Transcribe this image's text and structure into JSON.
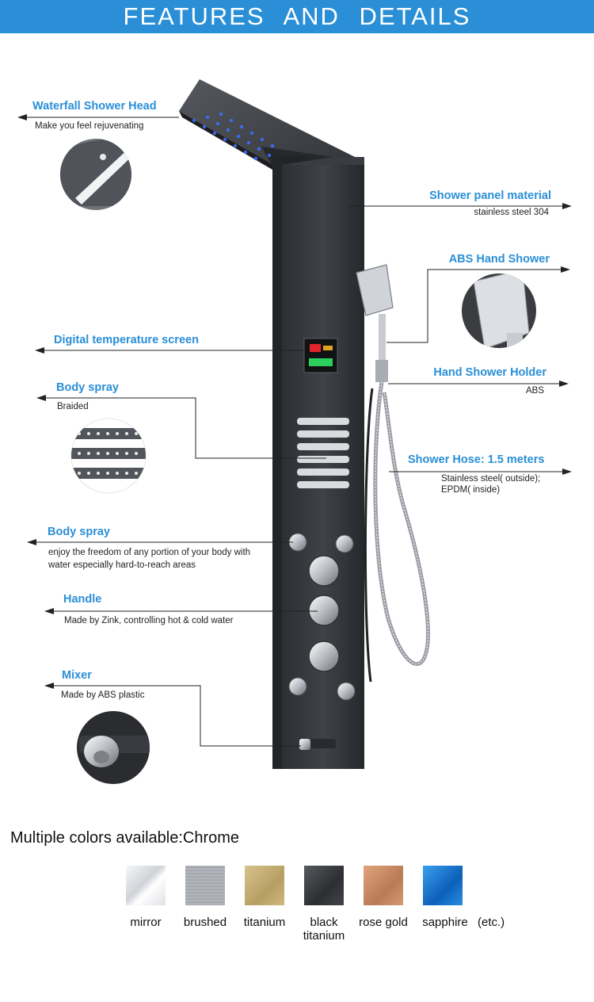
{
  "header": {
    "title": "FEATURES AND DETAILS"
  },
  "callouts": {
    "waterfall": {
      "title": "Waterfall Shower Head",
      "desc": "Make you feel rejuvenating"
    },
    "panel": {
      "title": "Shower panel material",
      "desc": "stainless steel 304"
    },
    "hand_shower": {
      "title": "ABS Hand Shower"
    },
    "temp_screen": {
      "title": "Digital temperature screen"
    },
    "holder": {
      "title": "Hand Shower Holder",
      "desc": "ABS"
    },
    "body_spray_1": {
      "title": "Body spray",
      "desc": "Braided"
    },
    "hose": {
      "title": "Shower Hose: 1.5 meters",
      "desc_line1": "Stainless steel( outside);",
      "desc_line2": "EPDM( inside)"
    },
    "body_spray_2": {
      "title": "Body spray",
      "desc_line1": "enjoy the freedom of any portion of your body with",
      "desc_line2": "water especially hard-to-reach areas"
    },
    "handle": {
      "title": "Handle",
      "desc": "Made by Zink, controlling hot & cold water"
    },
    "mixer": {
      "title": "Mixer",
      "desc": "Made by ABS plastic"
    }
  },
  "colors": {
    "title": "Multiple colors available:Chrome",
    "etc": "(etc.)",
    "items": [
      {
        "label": "mirror",
        "color": "#e4e6ea"
      },
      {
        "label": "brushed",
        "color": "#a7abb2"
      },
      {
        "label": "titanium",
        "color": "#c5b078"
      },
      {
        "label": "black titanium",
        "color": "#3c3e41"
      },
      {
        "label": "rose gold",
        "color": "#c8906a"
      },
      {
        "label": "sapphire",
        "color": "#1878d0"
      }
    ]
  }
}
